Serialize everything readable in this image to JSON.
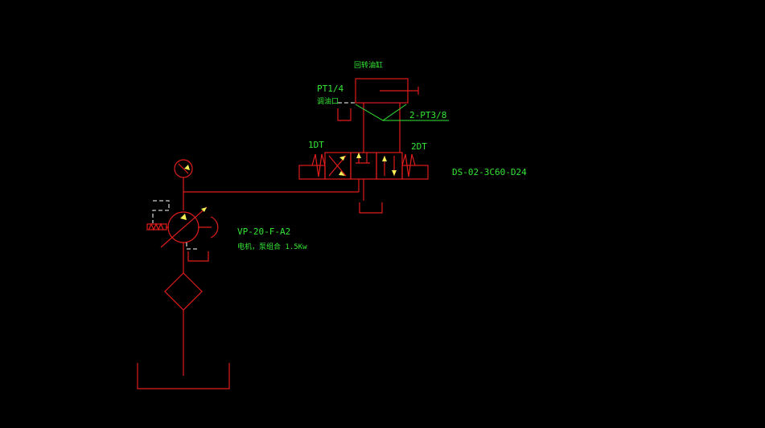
{
  "colors": {
    "background": "#000000",
    "lines": "#e01c1c",
    "labels": "#33e633",
    "arrows": "#f5ee55",
    "dashes": "#ffffff"
  },
  "labels": {
    "cylinder_title": "回转油缸",
    "port_size": "PT1/4",
    "drain_port": "调油口",
    "cylinder_ports": "2-PT3/8",
    "solenoid_a": "1DT",
    "solenoid_b": "2DT",
    "valve_model": "DS-02-3C60-D24",
    "pump_model": "VP-20-F-A2",
    "motor_pump": "电机，泵组合  1.5Kw"
  }
}
